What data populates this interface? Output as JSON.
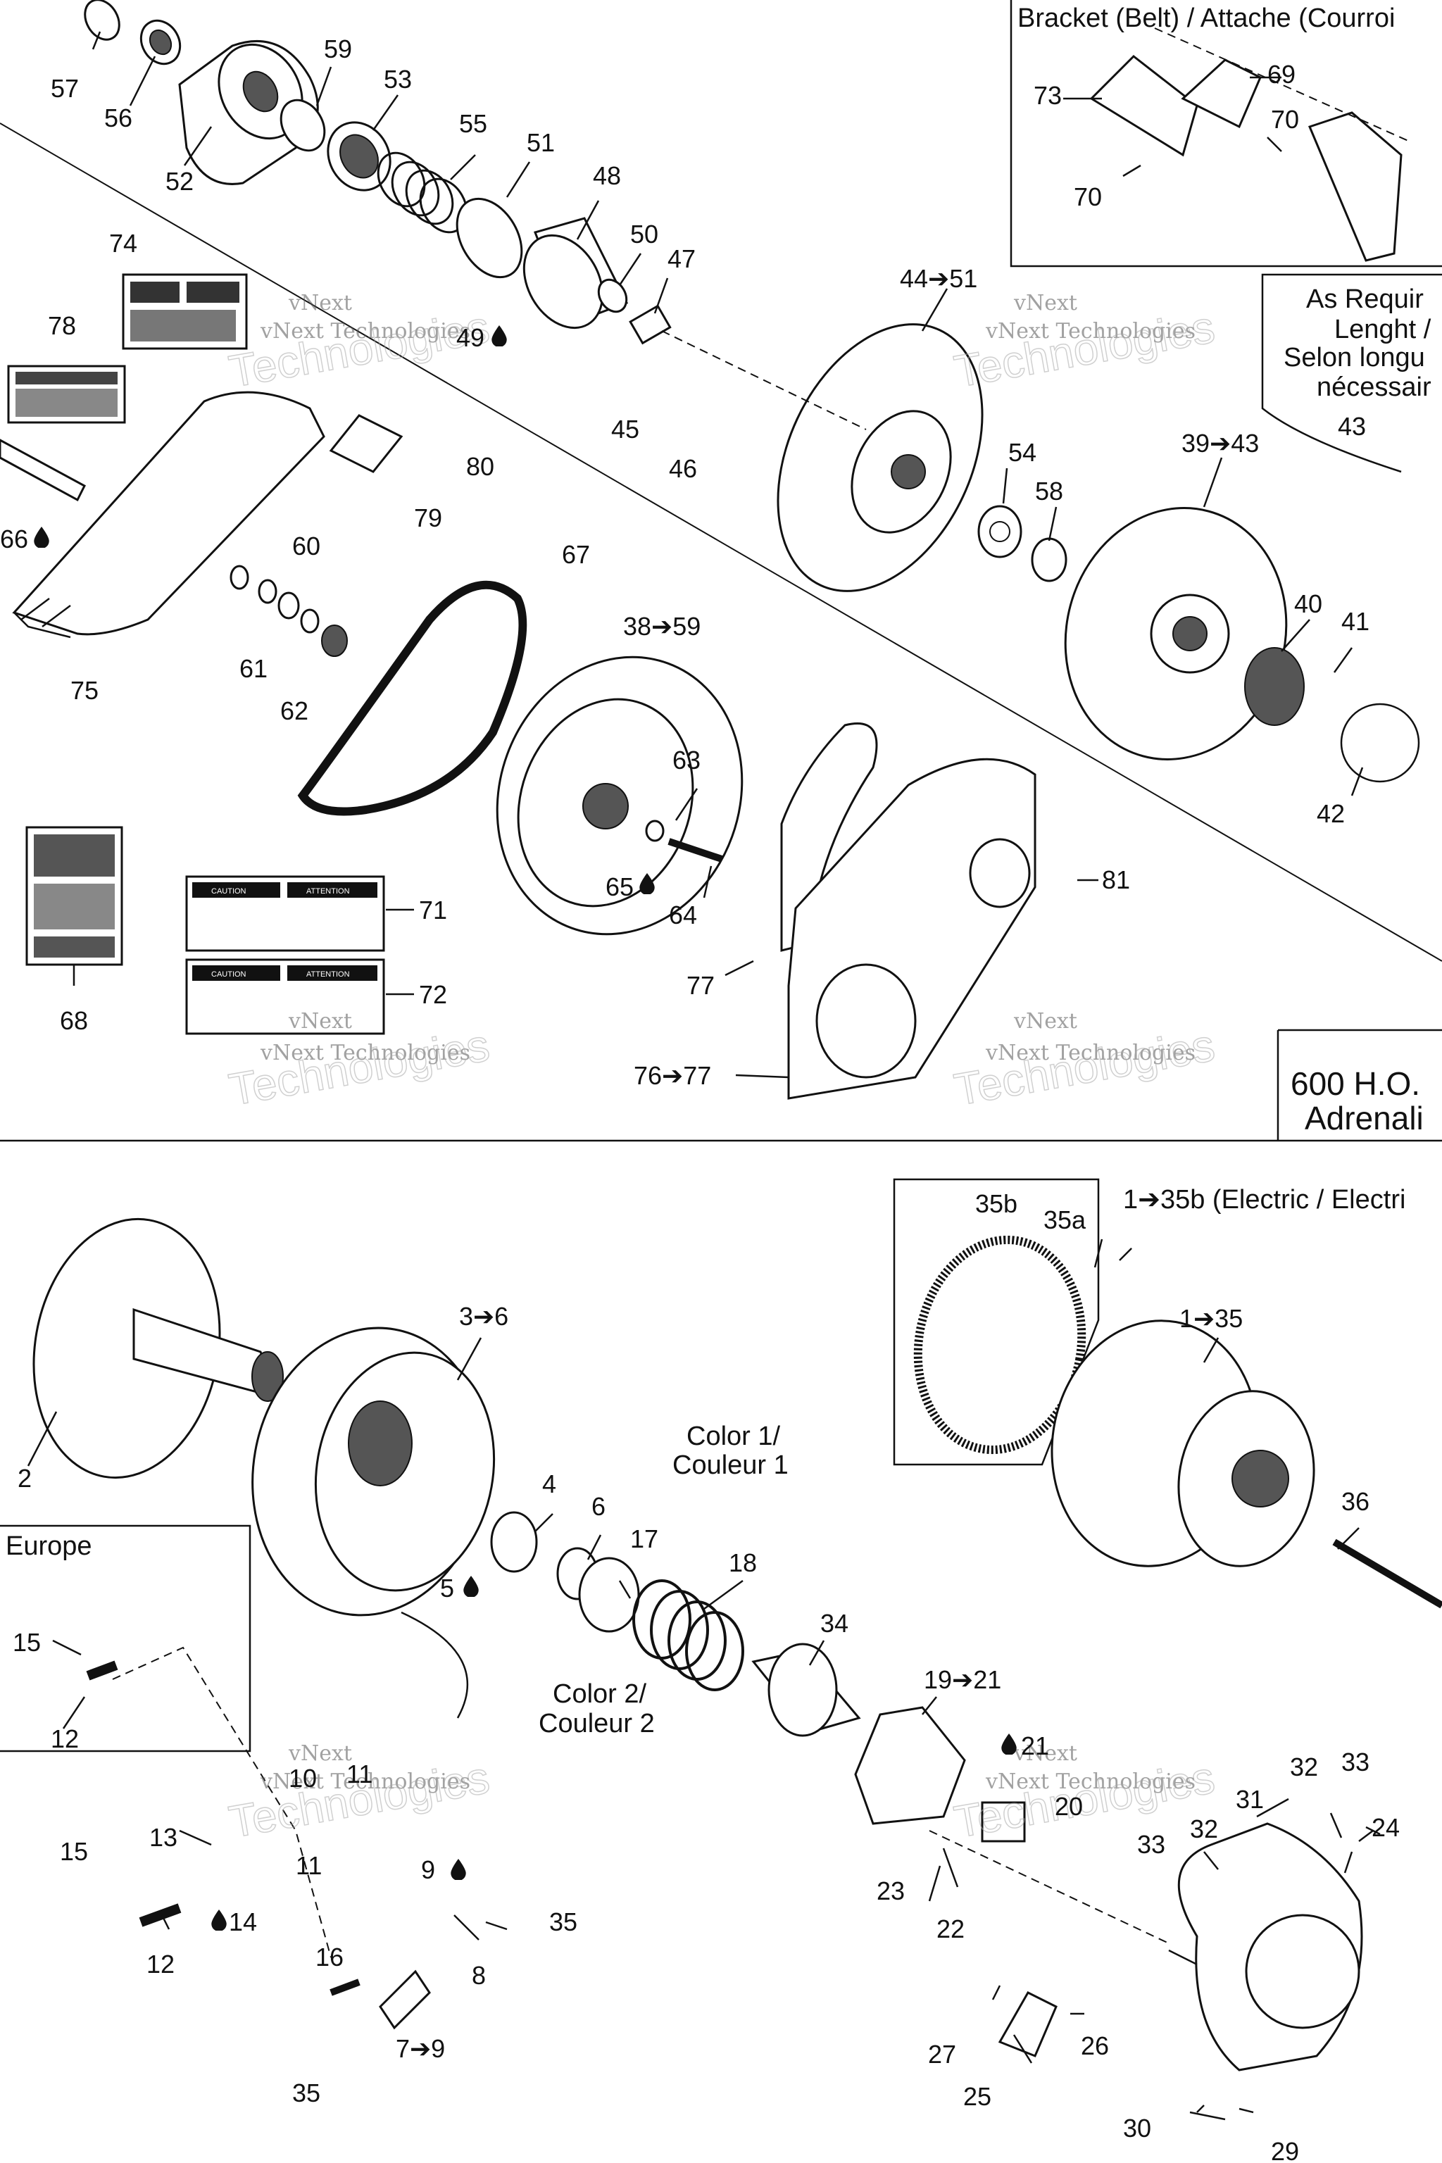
{
  "boxes": {
    "bracket_title": "Bracket (Belt) / Attache (Courroi",
    "as_required": [
      "As Requir",
      "Lenght /",
      "Selon longu",
      "nécessair"
    ],
    "model": [
      "600 H.O.",
      "Adrenali"
    ],
    "electric": "1➔35b (Electric / Electri",
    "europe": "Europe"
  },
  "labels": {
    "color1": [
      "Color 1/",
      "Couleur 1"
    ],
    "color2": [
      "Color 2/",
      "Couleur 2"
    ]
  },
  "decal": {
    "caution": "CAUTION",
    "attention": "ATTENTION"
  },
  "watermark": {
    "line1": "vNext",
    "line2": "vNext Technologies",
    "line3": "Technologies"
  },
  "callouts": {
    "c57": "57",
    "c56": "56",
    "c52": "52",
    "c59": "59",
    "c53": "53",
    "c55": "55",
    "c51": "51",
    "c48": "48",
    "c50": "50",
    "c47": "47",
    "c49": "49",
    "c74": "74",
    "c78": "78",
    "c66": "66",
    "c75": "75",
    "c79": "79",
    "c80": "80",
    "c60": "60",
    "c61": "61",
    "c62": "62",
    "c67": "67",
    "c45": "45",
    "c46": "46",
    "c4451": "44➔51",
    "c54": "54",
    "c58": "58",
    "c3943": "39➔43",
    "c40": "40",
    "c41": "41",
    "c42": "42",
    "c43": "43",
    "c3859": "38➔59",
    "c63": "63",
    "c65": "65",
    "c64": "64",
    "c81": "81",
    "c77": "77",
    "c7677": "76➔77",
    "c71": "71",
    "c72": "72",
    "c68": "68",
    "c73": "73",
    "c69": "69",
    "c70a": "70",
    "c70b": "70",
    "c2": "2",
    "c36b": "3➔6",
    "c4": "4",
    "c6": "6",
    "c17": "17",
    "c5": "5",
    "c18": "18",
    "c34": "34",
    "c1921": "19➔21",
    "c21": "21",
    "c20": "20",
    "c23": "23",
    "c22": "22",
    "c35b": "35b",
    "c35a": "35a",
    "c135": "1➔35",
    "c36": "36",
    "c15a": "15",
    "c12a": "12",
    "c10": "10",
    "c11a": "11",
    "c11b": "11",
    "c15b": "15",
    "c13": "13",
    "c12b": "12",
    "c14": "14",
    "c16": "16",
    "c79b": "7➔9",
    "c9": "9",
    "c8": "8",
    "c35c": "35",
    "c35d": "35",
    "c31": "31",
    "c32a": "32",
    "c33a": "33",
    "c32b": "32",
    "c33b": "33",
    "c24": "24",
    "c27": "27",
    "c26": "26",
    "c25": "25",
    "c30": "30",
    "c29": "29"
  }
}
